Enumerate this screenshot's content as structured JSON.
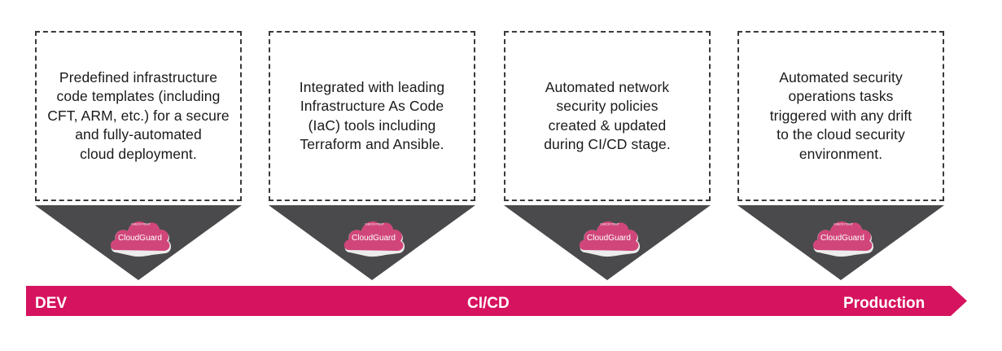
{
  "stages": [
    {
      "text_lines": [
        "Predefined infrastructure",
        "code templates (including",
        "CFT, ARM, etc.) for a secure",
        "and fully-automated",
        "cloud deployment."
      ]
    },
    {
      "text_lines": [
        "Integrated with leading",
        "Infrastructure As Code",
        "(IaC) tools including",
        "Terraform and Ansible."
      ]
    },
    {
      "text_lines": [
        "Automated network",
        "security policies",
        "created & updated",
        "during CI/CD stage."
      ]
    },
    {
      "text_lines": [
        "Automated security",
        "operations tasks",
        "triggered with any drift",
        "to the cloud security",
        "environment."
      ]
    }
  ],
  "badge": {
    "brand": "CloudGuard",
    "vendor": "CHECK POINT",
    "icon": "cloudguard-cloud-logo"
  },
  "pipeline": {
    "start_label": "DEV",
    "middle_label": "CI/CD",
    "end_label": "Production"
  },
  "colors": {
    "accent": "#d6135f",
    "funnel": "#4a4a4c",
    "cloud": "#d1467a",
    "border": "#3a3a3a"
  }
}
